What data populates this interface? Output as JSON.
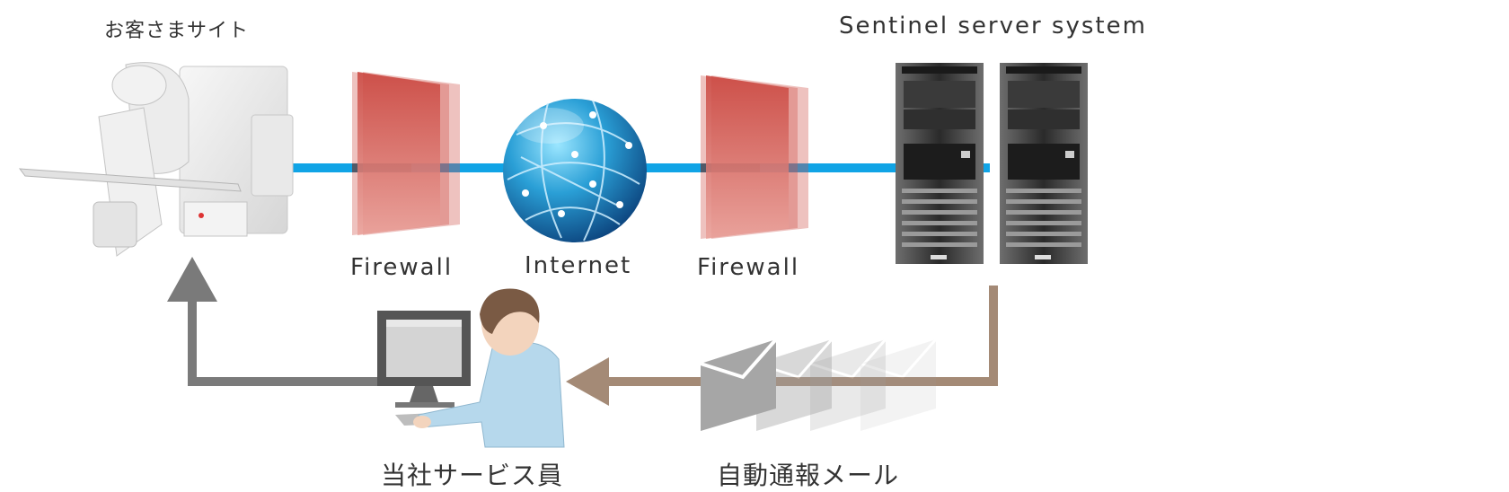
{
  "labels": {
    "customer_site": "お客さまサイト",
    "server_system": "Sentinel server system",
    "firewall_left": "Firewall",
    "internet": "Internet",
    "firewall_right": "Firewall",
    "service_staff": "当社サービス員",
    "auto_mail": "自動通報メール"
  },
  "colors": {
    "network_line": "#10a4e6",
    "firewall": "#cf5048",
    "mail_arrow": "#a48a76",
    "return_arrow": "#7a7a7a",
    "label_text": "#333333"
  },
  "icons": [
    "medical-equipment-icon",
    "firewall-icon",
    "globe-icon",
    "server-rack-icon",
    "envelope-icon",
    "computer-monitor-icon",
    "person-icon"
  ]
}
